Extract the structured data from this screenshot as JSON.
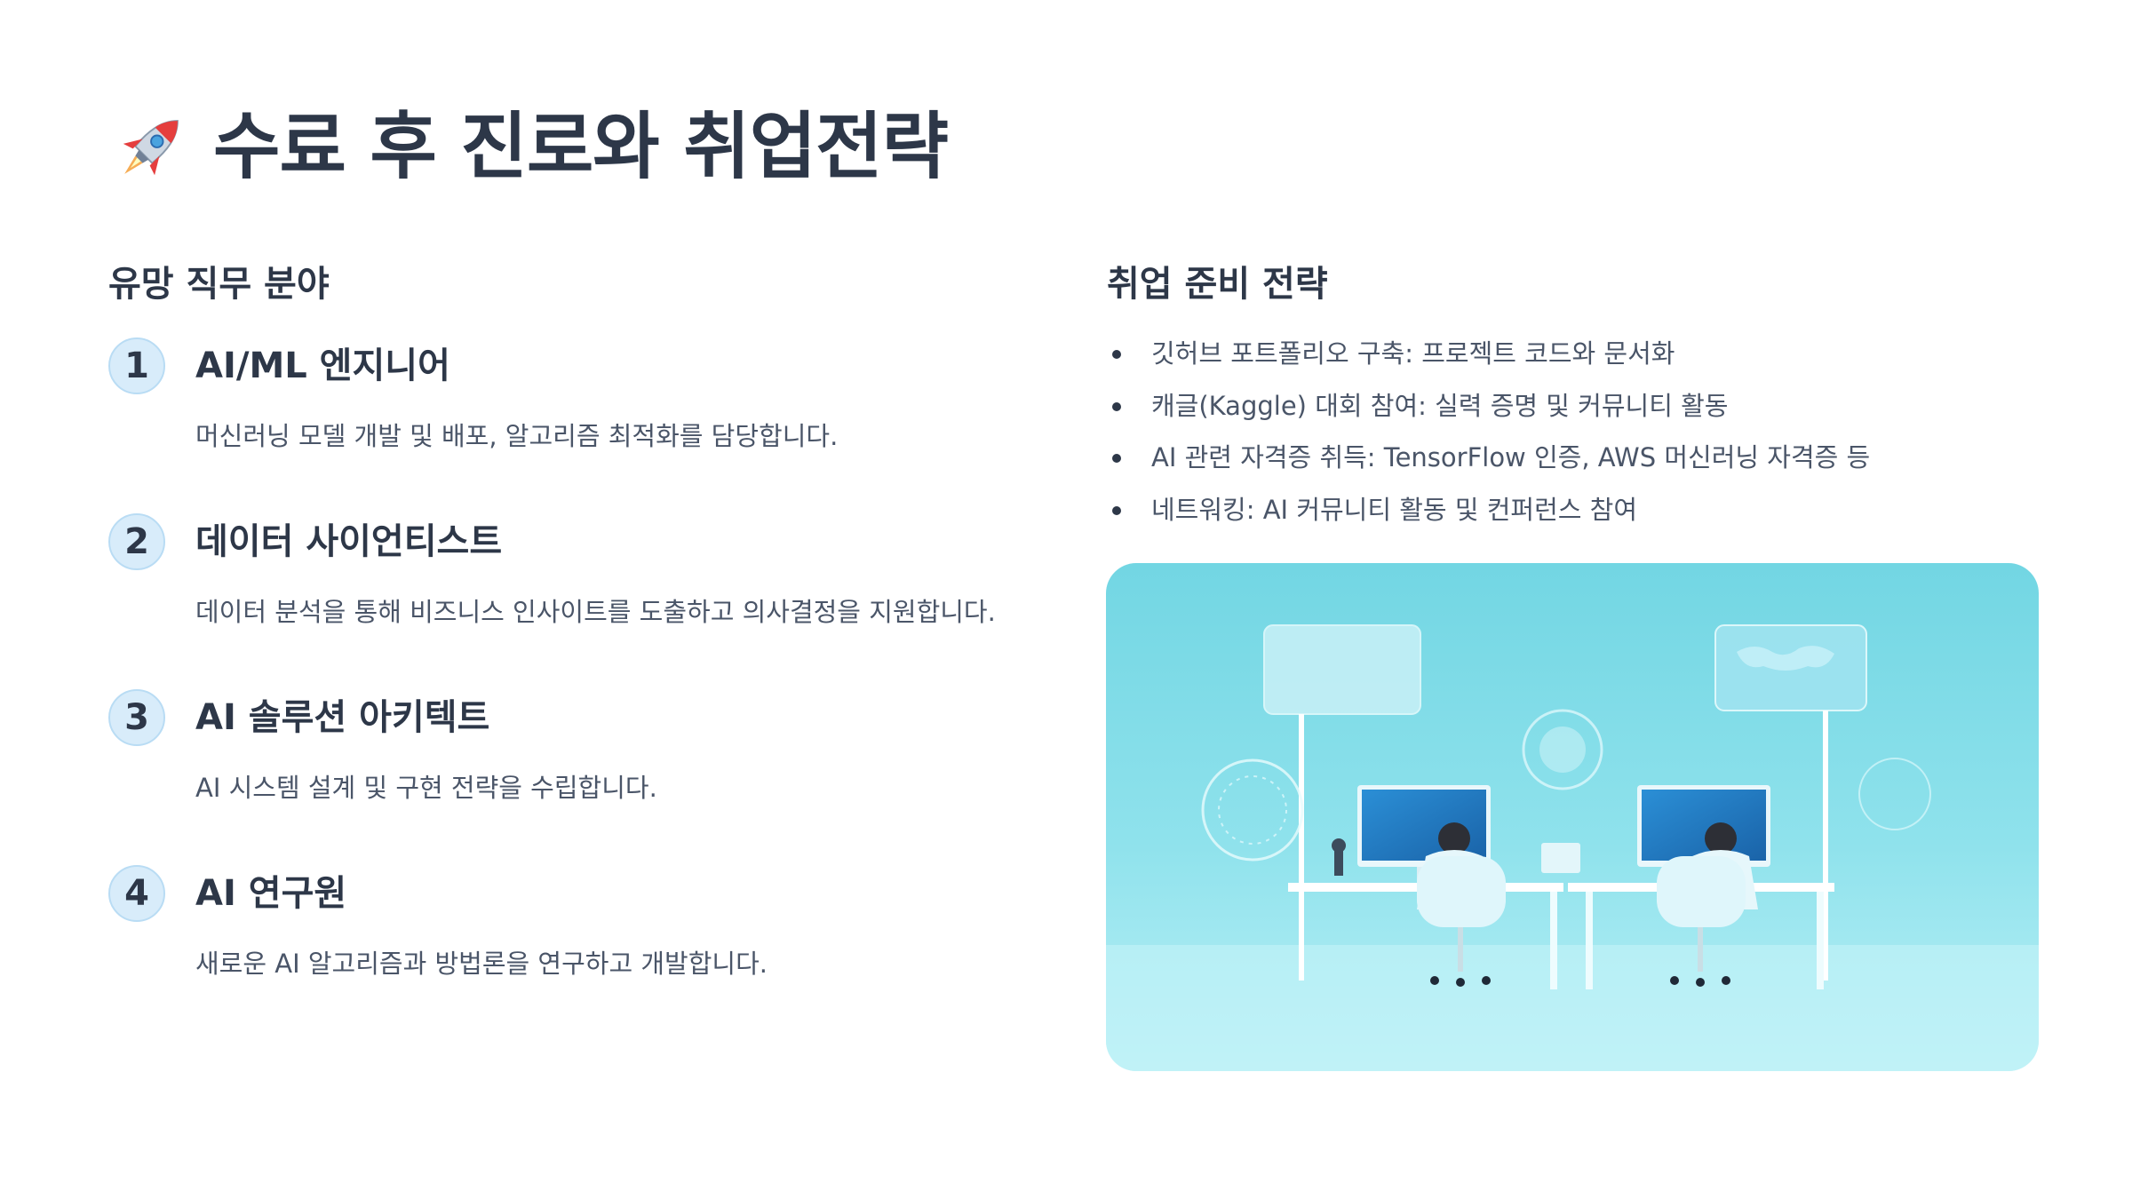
{
  "slide": {
    "title": "수료 후 진로와 취업전략",
    "title_icon": "rocket-icon"
  },
  "jobs": {
    "heading": "유망 직무 분야",
    "items": [
      {
        "num": "1",
        "title": "AI/ML 엔지니어",
        "desc": "머신러닝 모델 개발 및 배포, 알고리즘 최적화를 담당합니다."
      },
      {
        "num": "2",
        "title": "데이터 사이언티스트",
        "desc": "데이터 분석을 통해 비즈니스 인사이트를 도출하고 의사결정을 지원합니다."
      },
      {
        "num": "3",
        "title": "AI 솔루션 아키텍트",
        "desc": "AI 시스템 설계 및 구현 전략을 수립합니다."
      },
      {
        "num": "4",
        "title": "AI 연구원",
        "desc": "새로운 AI 알고리즘과 방법론을 연구하고 개발합니다."
      }
    ]
  },
  "strategy": {
    "heading": "취업 준비 전략",
    "items": [
      "깃허브 포트폴리오 구축: 프로젝트 코드와 문서화",
      "캐글(Kaggle) 대회 참여: 실력 증명 및 커뮤니티 활동",
      "AI 관련 자격증 취득: TensorFlow 인증, AWS 머신러닝 자격증 등",
      "네트워킹: AI 커뮤니티 활동 및 컨퍼런스 참여"
    ]
  },
  "colors": {
    "heading": "#2d3748",
    "body": "#4a5568",
    "number_badge": "#d8ecfa",
    "illustration_bg": "#7fdbe6"
  }
}
